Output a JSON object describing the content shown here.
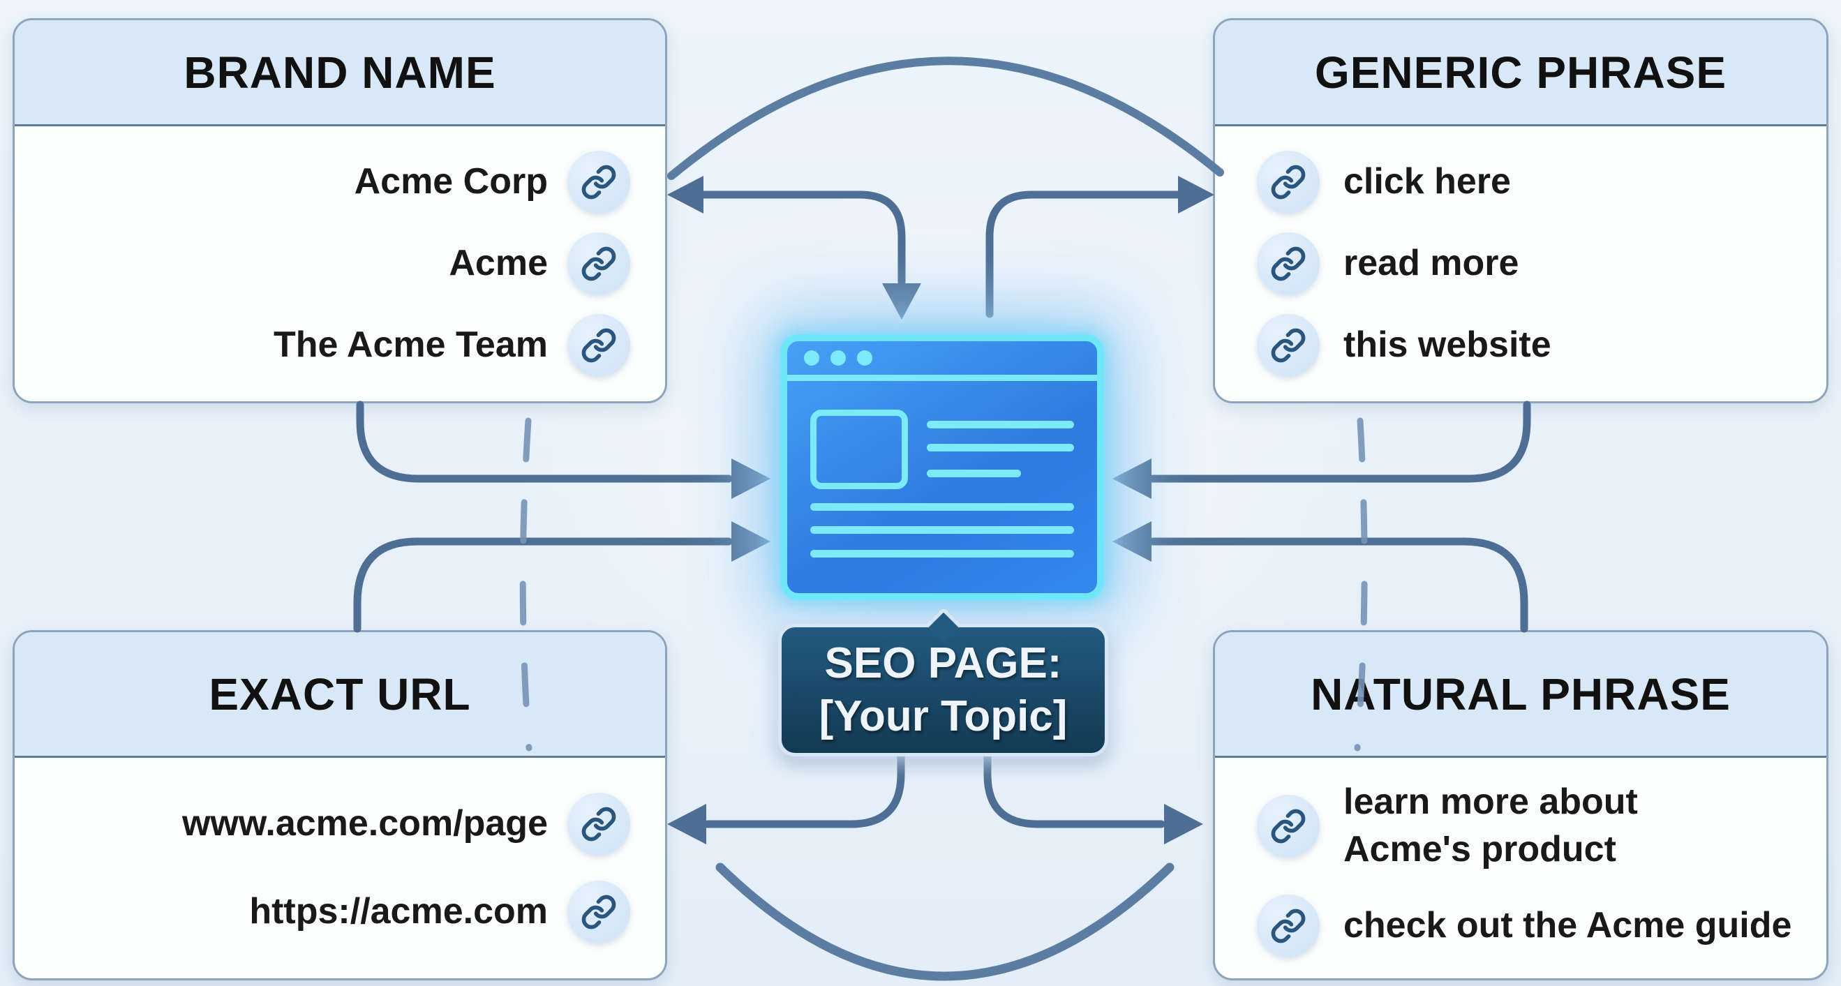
{
  "panels": {
    "brand": {
      "title": "BRAND NAME",
      "items": [
        "Acme Corp",
        "Acme",
        "The Acme Team"
      ]
    },
    "generic": {
      "title": "GENERIC PHRASE",
      "items": [
        "click here",
        "read more",
        "this website"
      ]
    },
    "exact": {
      "title": "EXACT URL",
      "items": [
        "www.acme.com/page",
        "https://acme.com"
      ]
    },
    "natural": {
      "title": "NATURAL PHRASE",
      "items": [
        "learn more about Acme's product",
        "check out the Acme guide"
      ]
    }
  },
  "center": {
    "label_line1": "SEO PAGE:",
    "label_line2": "[Your Topic]"
  },
  "icons": {
    "link": "link-icon",
    "browser_window": "browser-window-icon"
  },
  "colors": {
    "arrow": "#4e6e93",
    "arc": "#5c7da2",
    "dashed": "#7693b6",
    "panel_header": "#d9e8f7",
    "panel_body": "#fcfdfd",
    "panel_border": "#8ca4bc",
    "divider": "#5d7b96",
    "text": "#191919",
    "header_text": "#111111",
    "browser_border": "#6fe7f9",
    "browser_detail": "#7deafb",
    "browser_bg1": "#46a0f5",
    "browser_bg2": "#2e7be0",
    "label_bg1": "#235a80",
    "label_bg2": "#133a53",
    "label_border": "#d7e6f3",
    "label_text": "#eef4f9",
    "link_circle": "#d4e6f8",
    "link_glyph": "#2a567e",
    "bg1": "#edf4fb",
    "bg2": "#e3eef8"
  }
}
